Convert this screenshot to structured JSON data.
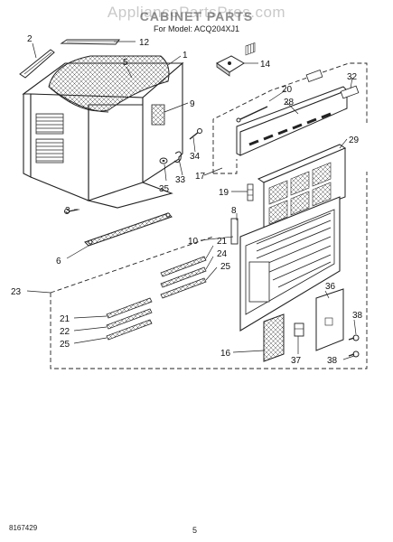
{
  "header": {
    "watermark": "AppliancePartsPros.com",
    "title": "CABINET PARTS",
    "subtitle": "For Model: ACQ204XJ1"
  },
  "callouts": {
    "c2": "2",
    "c12": "12",
    "c1": "1",
    "c5": "5",
    "c9": "9",
    "c14": "14",
    "c20": "20",
    "c28": "28",
    "c32": "32",
    "c34": "34",
    "c17": "17",
    "c33": "33",
    "c35": "35",
    "c29": "29",
    "c3": "3",
    "c19": "19",
    "c8": "8",
    "c6": "6",
    "c10": "10",
    "c21a": "21",
    "c24a": "24",
    "c25a": "25",
    "c23": "23",
    "c36": "36",
    "c21b": "21",
    "c22": "22",
    "c25b": "25",
    "c38a": "38",
    "c16": "16",
    "c37": "37",
    "c38b": "38"
  },
  "footer": {
    "doc_number": "8167429",
    "page_number": "5"
  }
}
